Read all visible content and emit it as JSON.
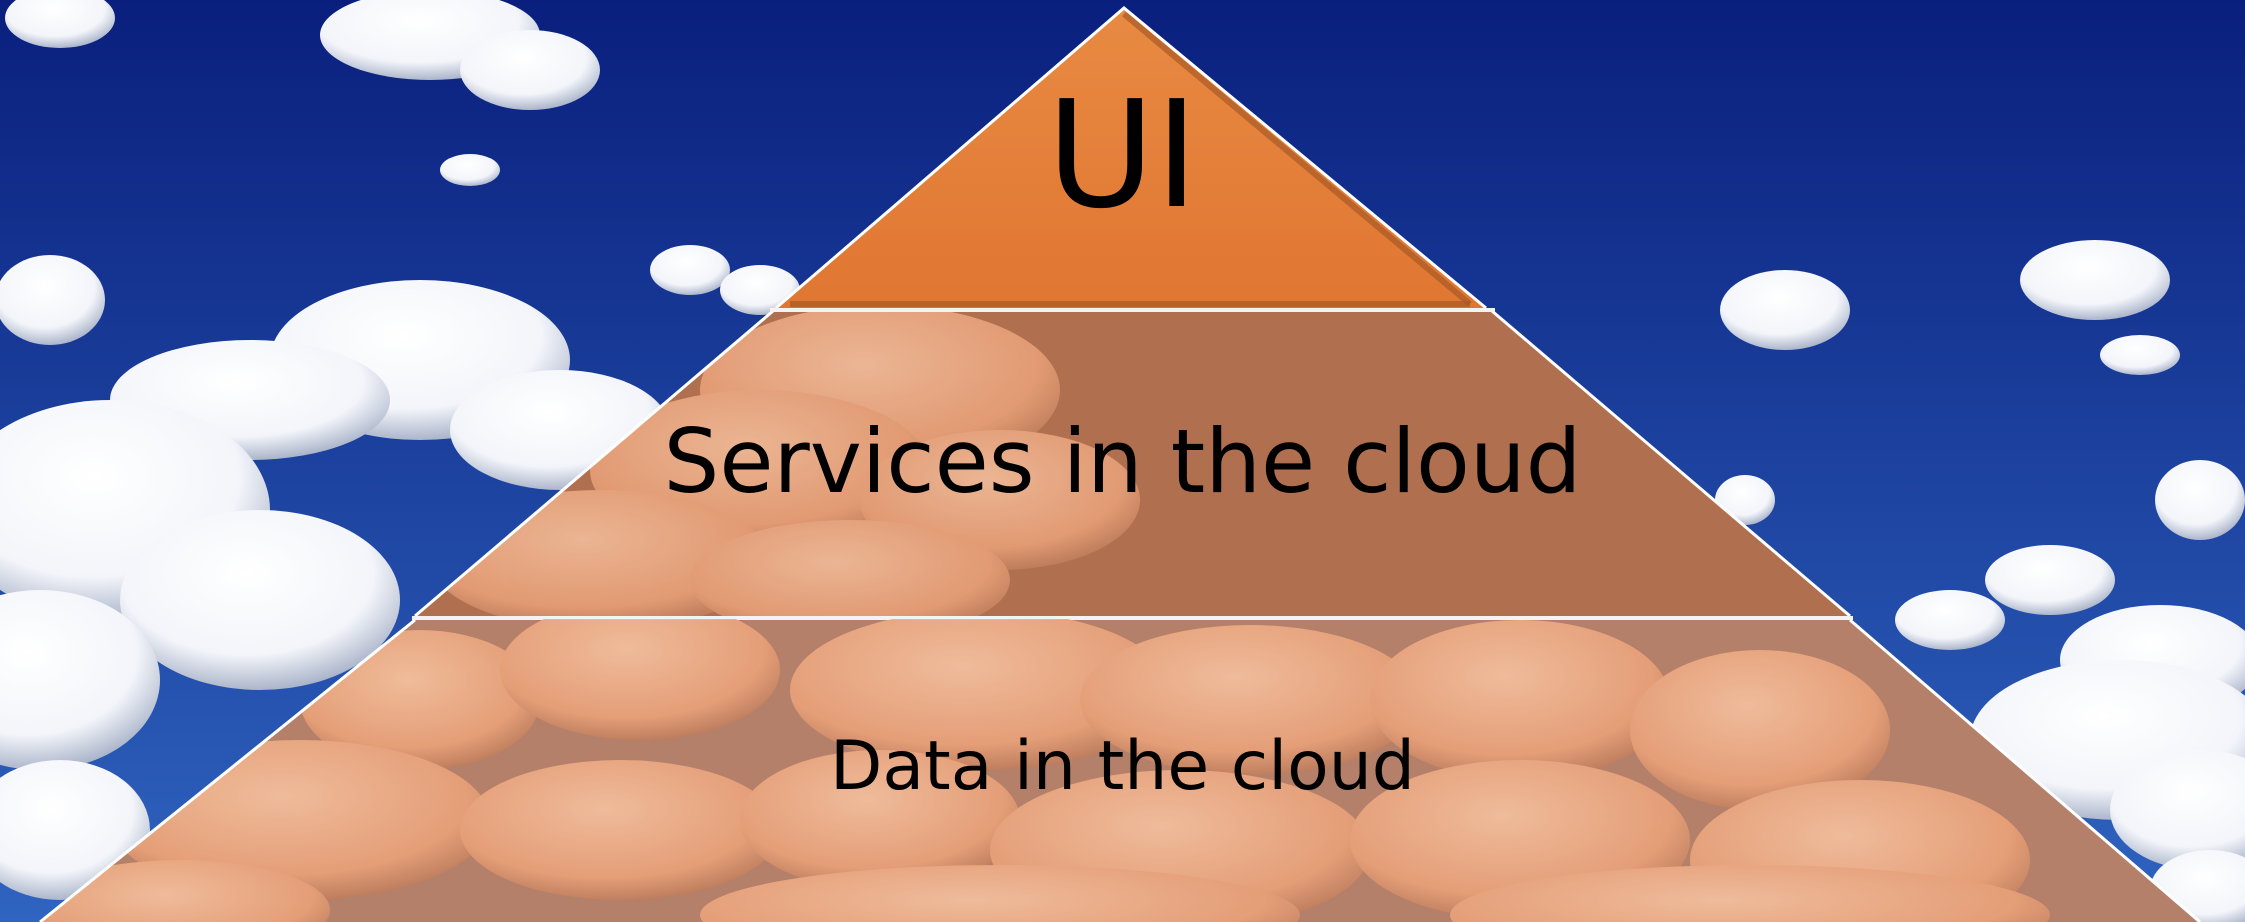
{
  "layers": [
    {
      "id": "top",
      "label": "UI",
      "fill": "#e37d36"
    },
    {
      "id": "middle",
      "label": "Services in the cloud",
      "fill": "#b06f4e"
    },
    {
      "id": "bottom",
      "label": "Data in the cloud",
      "fill": "#b5806a"
    }
  ],
  "colors": {
    "sky_top": "#0a1f7d",
    "sky_bottom": "#2f64c0",
    "cloud": "#ffffff",
    "cloud_shadow": "#9aa6bf",
    "orange_cloud": "#f2b08a",
    "layer_divider": "#f3f3f3",
    "outline": "#ffffff"
  }
}
